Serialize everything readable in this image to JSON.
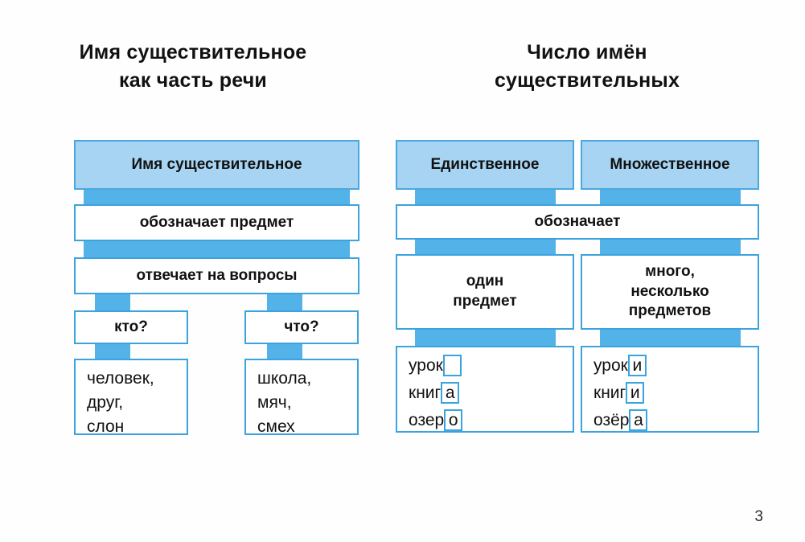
{
  "page": {
    "number": "3",
    "background": "#ffffff",
    "accent_light": "#a6d4f2",
    "accent_mid": "#53b2e7",
    "accent_border": "#3ba3de"
  },
  "left_diagram": {
    "title_line1": "Имя существительное",
    "title_line2": "как часть речи",
    "head": "Имя существительное",
    "node_means": "обозначает предмет",
    "node_answers": "отвечает на вопросы",
    "question_who": "кто?",
    "question_what": "что?",
    "examples_who": "человек,\nдруг,\nслон",
    "examples_who_lines": [
      "человек,",
      "друг,",
      "слон"
    ],
    "examples_what": "школа,\nмяч,\nсмех",
    "examples_what_lines": [
      "школа,",
      "мяч,",
      "смех"
    ]
  },
  "right_diagram": {
    "title_line1": "Число имён",
    "title_line2": "существительных",
    "head_singular": "Единственное",
    "head_plural": "Множественное",
    "node_means": "обозначает",
    "singular_meaning_line1": "один",
    "singular_meaning_line2": "предмет",
    "plural_meaning_line1": "много,",
    "plural_meaning_line2": "несколько",
    "plural_meaning_line3": "предметов",
    "singular_examples": [
      {
        "stem": "урок",
        "ending": ""
      },
      {
        "stem": "книг",
        "ending": "а"
      },
      {
        "stem": "озер",
        "ending": "о"
      }
    ],
    "plural_examples": [
      {
        "stem": "урок",
        "ending": "и"
      },
      {
        "stem": "книг",
        "ending": "и"
      },
      {
        "stem": "озёр",
        "ending": "а"
      }
    ]
  }
}
